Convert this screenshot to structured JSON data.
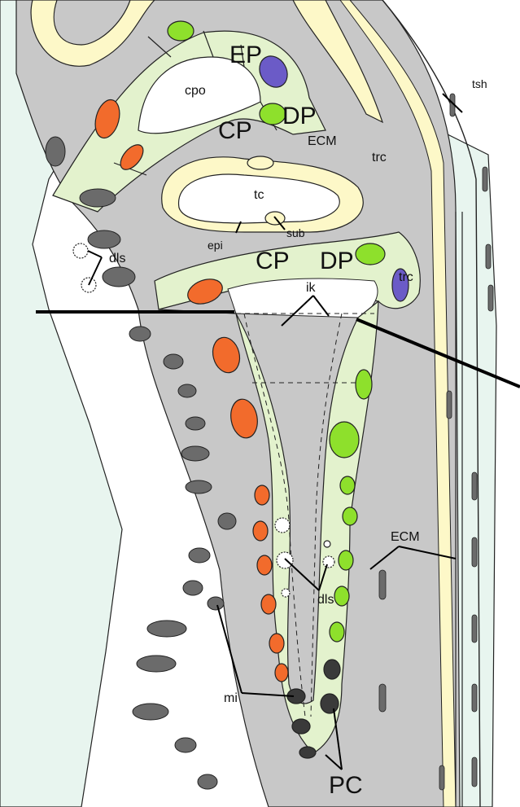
{
  "labels": {
    "EP": "EP",
    "cpo": "cpo",
    "CP_top": "CP",
    "DP_top": "DP",
    "ECM_top": "ECM",
    "trc_top": "trc",
    "tsh": "tsh",
    "tc": "tc",
    "sub": "sub",
    "epi": "epi",
    "CP_mid": "CP",
    "DP_mid": "DP",
    "dls_left": "dls",
    "trc_mid": "trc",
    "ik": "ik",
    "ECM_mid": "ECM",
    "dls_mid": "dls",
    "mi": "mi",
    "PC": "PC"
  },
  "colors": {
    "epithelium": "#e8f5ef",
    "placode": "#e3f2cd",
    "matrix": "#c8c8c8",
    "cuticle": "#fdf8c8",
    "nucleus_red": "#f26b2c",
    "nucleus_green": "#8ee02c",
    "nucleus_violet": "#6b5bc7",
    "nucleus_grey": "#6b6b6b",
    "nucleus_dark": "#3a3a3a"
  }
}
